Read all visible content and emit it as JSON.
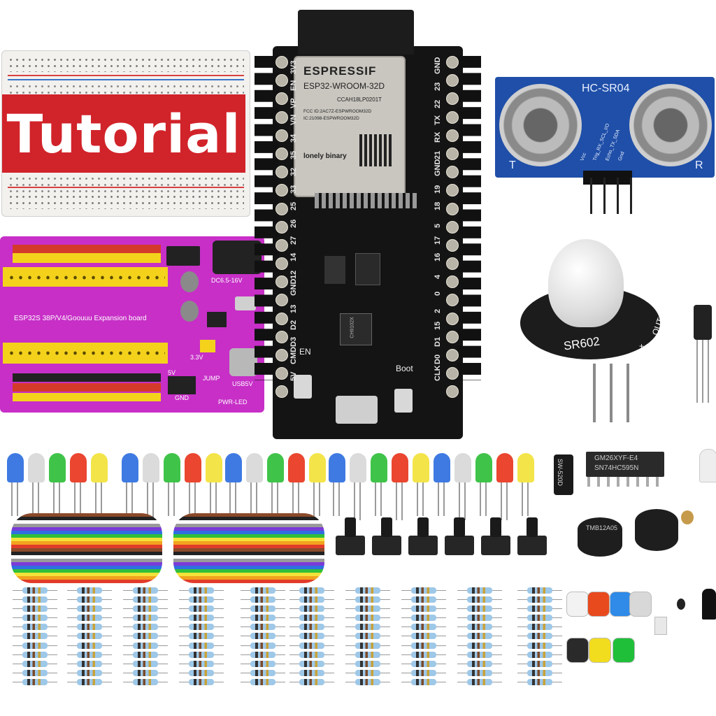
{
  "banner": {
    "text": "Tutorial"
  },
  "expansion_board": {
    "title": "ESP32S 38P/V4/Goouuu Expansion board",
    "power_label": "DC6.5-16V",
    "usb_label": "USB5V",
    "jump_label": "JUMP",
    "pwr_led_label": "PWR-LED",
    "gnd_label": "GND",
    "v33_label": "3.3V",
    "v5_label": "5V"
  },
  "esp32": {
    "brand": "ESPRESSIF",
    "model": "ESP32-WROOM-32D",
    "cert": "CCAH18LP0201T",
    "fcc": "FCC ID:2AC7Z-ESPWROOM32D",
    "ic": "IC:21098-ESPWROOM32D",
    "footer": "lonely binary",
    "left_pins": [
      "3V3",
      "EN",
      "VP",
      "VN",
      "34",
      "35",
      "32",
      "33",
      "25",
      "26",
      "27",
      "14",
      "12",
      "GND",
      "13",
      "D2",
      "D3",
      "CMD",
      "5V"
    ],
    "right_pins": [
      "GND",
      "23",
      "22",
      "TX",
      "RX",
      "21",
      "GND",
      "19",
      "18",
      "5",
      "17",
      "16",
      "4",
      "0",
      "2",
      "15",
      "D1",
      "D0",
      "CLK"
    ],
    "en_label": "EN",
    "boot_label": "Boot",
    "chip_label": "CH9102X"
  },
  "ultrasonic": {
    "model": "HC-SR04",
    "left_mark": "T",
    "right_mark": "R",
    "pins": [
      "Vcc",
      "Trig_RX_SCL_I/O",
      "Echo_TX_SDA",
      "Gnd"
    ]
  },
  "pir": {
    "model": "SR602",
    "out_label": "OUT",
    "plus_label": "+"
  },
  "shift_register": {
    "line1": "GM26XYF-E4",
    "line2": "SN74HC595N"
  },
  "tilt_switch": {
    "label": "SW-520D"
  },
  "buzzer": {
    "label": "TMB12A05"
  },
  "colors": {
    "led": [
      "#2f6fe0",
      "#d8d8d8",
      "#2fbf3a",
      "#e8361e",
      "#f2e23a"
    ],
    "banner": "#d1232a",
    "expansion_pcb": "#c72fc7",
    "ultrasonic_pcb": "#1f4fa8",
    "esp32_pcb": "#141414",
    "cap_colors": [
      "#f2f2f2",
      "#e84a1e",
      "#2f8ae8",
      "#d8d8d8",
      "#2a2a2a",
      "#f2dc1e",
      "#1fbf3a"
    ]
  }
}
